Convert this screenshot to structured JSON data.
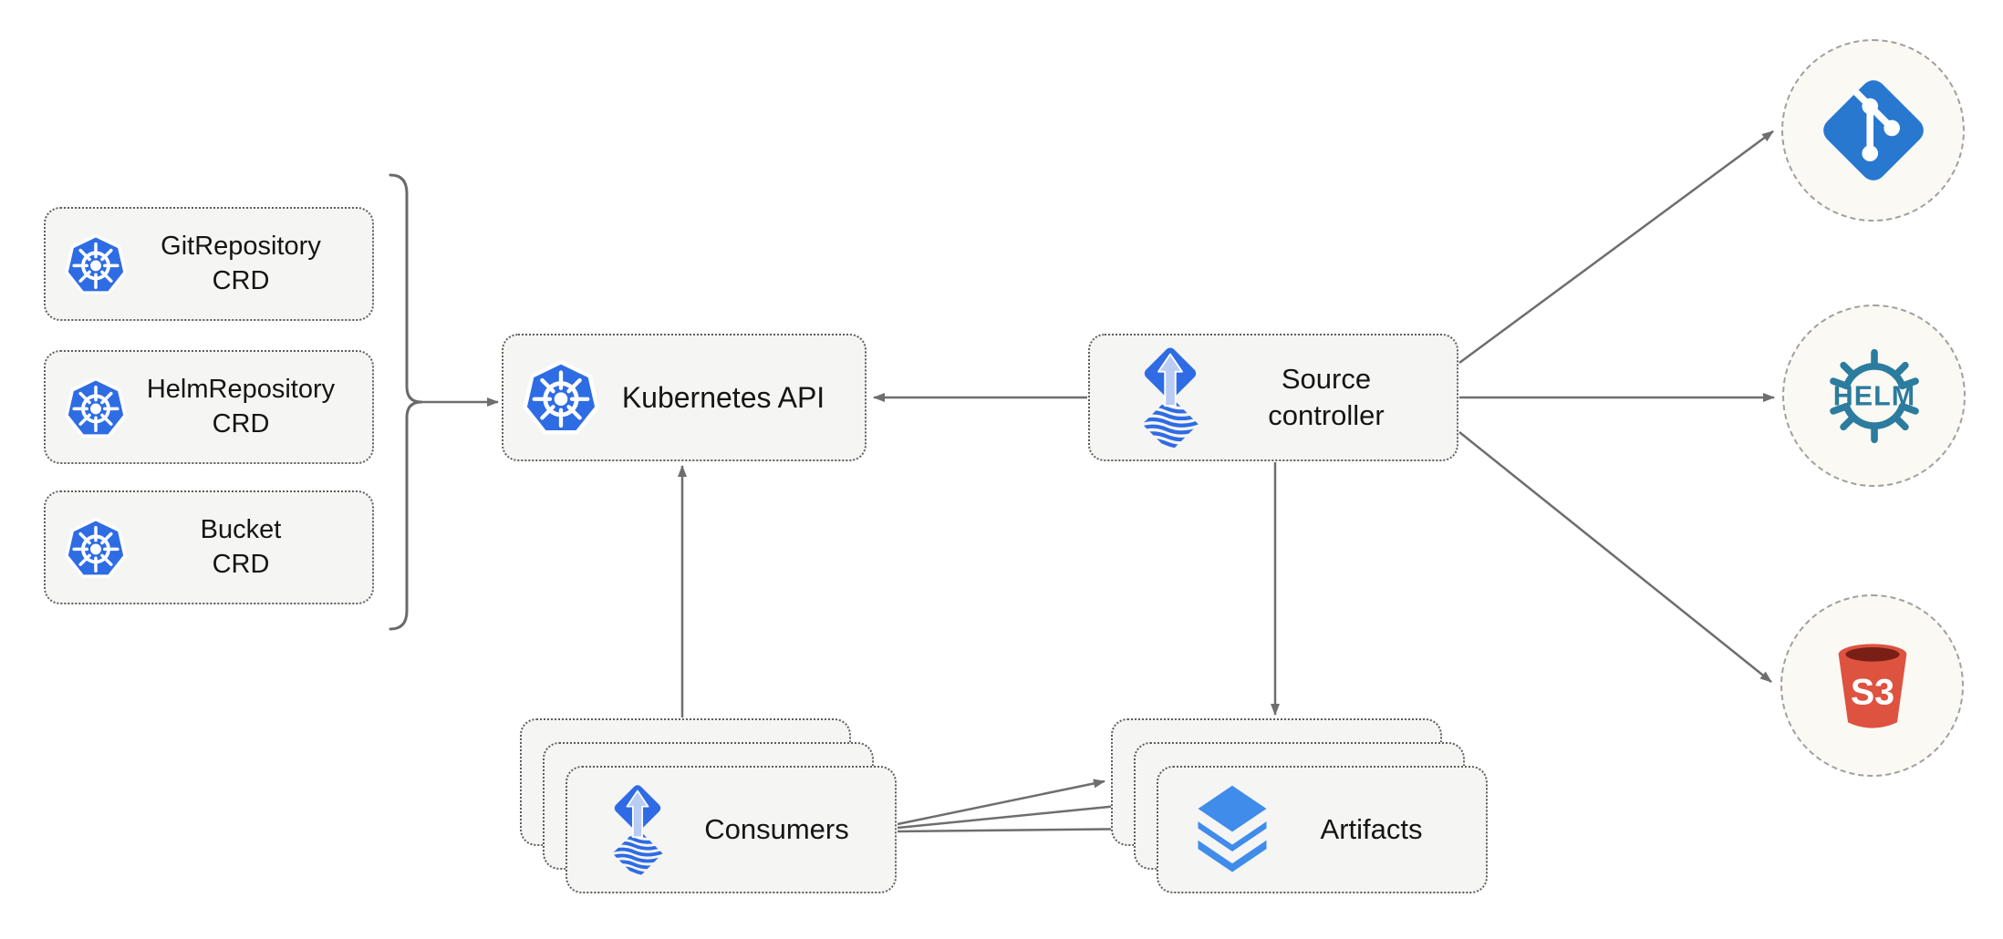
{
  "diagram": {
    "kind": "architecture-diagram",
    "colors": {
      "kubernetes_blue": "#2e6ce4",
      "flux_blue": "#2f6be4",
      "flux_arrow_light": "#b9ccf3",
      "git_blue": "#2878d0",
      "helm_teal": "#2b7c9e",
      "s3_red": "#de5240",
      "s3_dark_red": "#7a1f15",
      "layers_blue": "#3f8ceb",
      "arrow_gray": "#6e6e6e",
      "node_fill": "#f5f5f3",
      "node_border": "#5e5e5e",
      "endpoint_fill": "#faf9f4",
      "endpoint_border": "#a0a0a0",
      "text": "#151515"
    },
    "nodes": {
      "crd_boxes": [
        {
          "label": "GitRepository\nCRD",
          "icon": "kubernetes-icon"
        },
        {
          "label": "HelmRepository\nCRD",
          "icon": "kubernetes-icon"
        },
        {
          "label": "Bucket\nCRD",
          "icon": "kubernetes-icon"
        }
      ],
      "kubernetes_api": {
        "label": "Kubernetes API",
        "icon": "kubernetes-icon"
      },
      "source_controller": {
        "label": "Source\ncontroller",
        "icon": "flux-icon"
      },
      "consumers": {
        "label": "Consumers",
        "icon": "flux-icon",
        "stack_count": 3
      },
      "artifacts": {
        "label": "Artifacts",
        "icon": "layers-icon",
        "stack_count": 3
      },
      "endpoints": [
        {
          "name": "git",
          "icon": "git-icon"
        },
        {
          "name": "helm",
          "icon": "helm-icon",
          "icon_text": "HELM"
        },
        {
          "name": "s3",
          "icon": "s3-bucket-icon",
          "icon_text": "S3"
        }
      ]
    },
    "edges": [
      {
        "from": "crd-group",
        "to": "kubernetes-api",
        "via": "bracket"
      },
      {
        "from": "source-controller",
        "to": "kubernetes-api"
      },
      {
        "from": "consumers",
        "to": "kubernetes-api"
      },
      {
        "from": "source-controller",
        "to": "artifacts"
      },
      {
        "from": "source-controller",
        "to": "git-endpoint"
      },
      {
        "from": "source-controller",
        "to": "helm-endpoint"
      },
      {
        "from": "source-controller",
        "to": "s3-endpoint"
      },
      {
        "from": "consumers",
        "to": "artifacts",
        "line_count": 3
      }
    ]
  }
}
